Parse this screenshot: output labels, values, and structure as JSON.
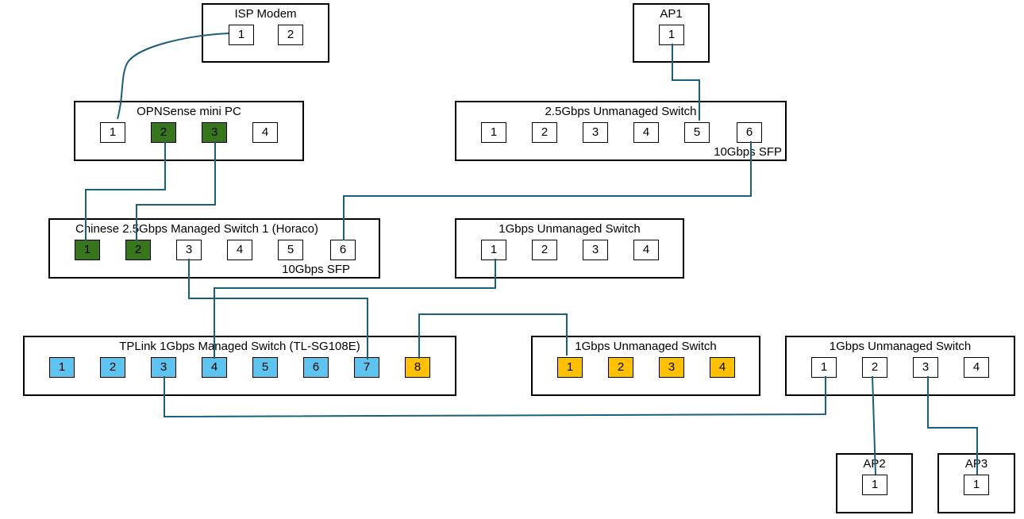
{
  "devices": {
    "isp_modem": {
      "title": "ISP Modem",
      "ports": [
        "1",
        "2"
      ]
    },
    "ap1": {
      "title": "AP1",
      "ports": [
        "1"
      ]
    },
    "opnsense": {
      "title": "OPNSense mini PC",
      "ports": [
        "1",
        "2",
        "3",
        "4"
      ]
    },
    "switch_25_unmanaged": {
      "title": "2.5Gbps Unmanaged Switch",
      "ports": [
        "1",
        "2",
        "3",
        "4",
        "5",
        "6"
      ],
      "note": "10Gbps SFP"
    },
    "chinese_switch": {
      "title": "Chinese 2.5Gbps Managed Switch 1 (Horaco)",
      "ports": [
        "1",
        "2",
        "3",
        "4",
        "5",
        "6"
      ],
      "note": "10Gbps SFP"
    },
    "switch_1g_top": {
      "title": "1Gbps Unmanaged Switch",
      "ports": [
        "1",
        "2",
        "3",
        "4"
      ]
    },
    "tplink": {
      "title": "TPLink 1Gbps Managed Switch (TL-SG108E)",
      "ports": [
        "1",
        "2",
        "3",
        "4",
        "5",
        "6",
        "7",
        "8"
      ]
    },
    "switch_1g_orange": {
      "title": "1Gbps Unmanaged Switch",
      "ports": [
        "1",
        "2",
        "3",
        "4"
      ]
    },
    "switch_1g_right": {
      "title": "1Gbps Unmanaged Switch",
      "ports": [
        "1",
        "2",
        "3",
        "4"
      ]
    },
    "ap2": {
      "title": "AP2",
      "ports": [
        "1"
      ]
    },
    "ap3": {
      "title": "AP3",
      "ports": [
        "1"
      ]
    }
  },
  "colors": {
    "wire": "#1b5f7a",
    "green_port": "#38761d",
    "blue_port": "#5ec3ee",
    "orange_port": "#ffc000"
  }
}
